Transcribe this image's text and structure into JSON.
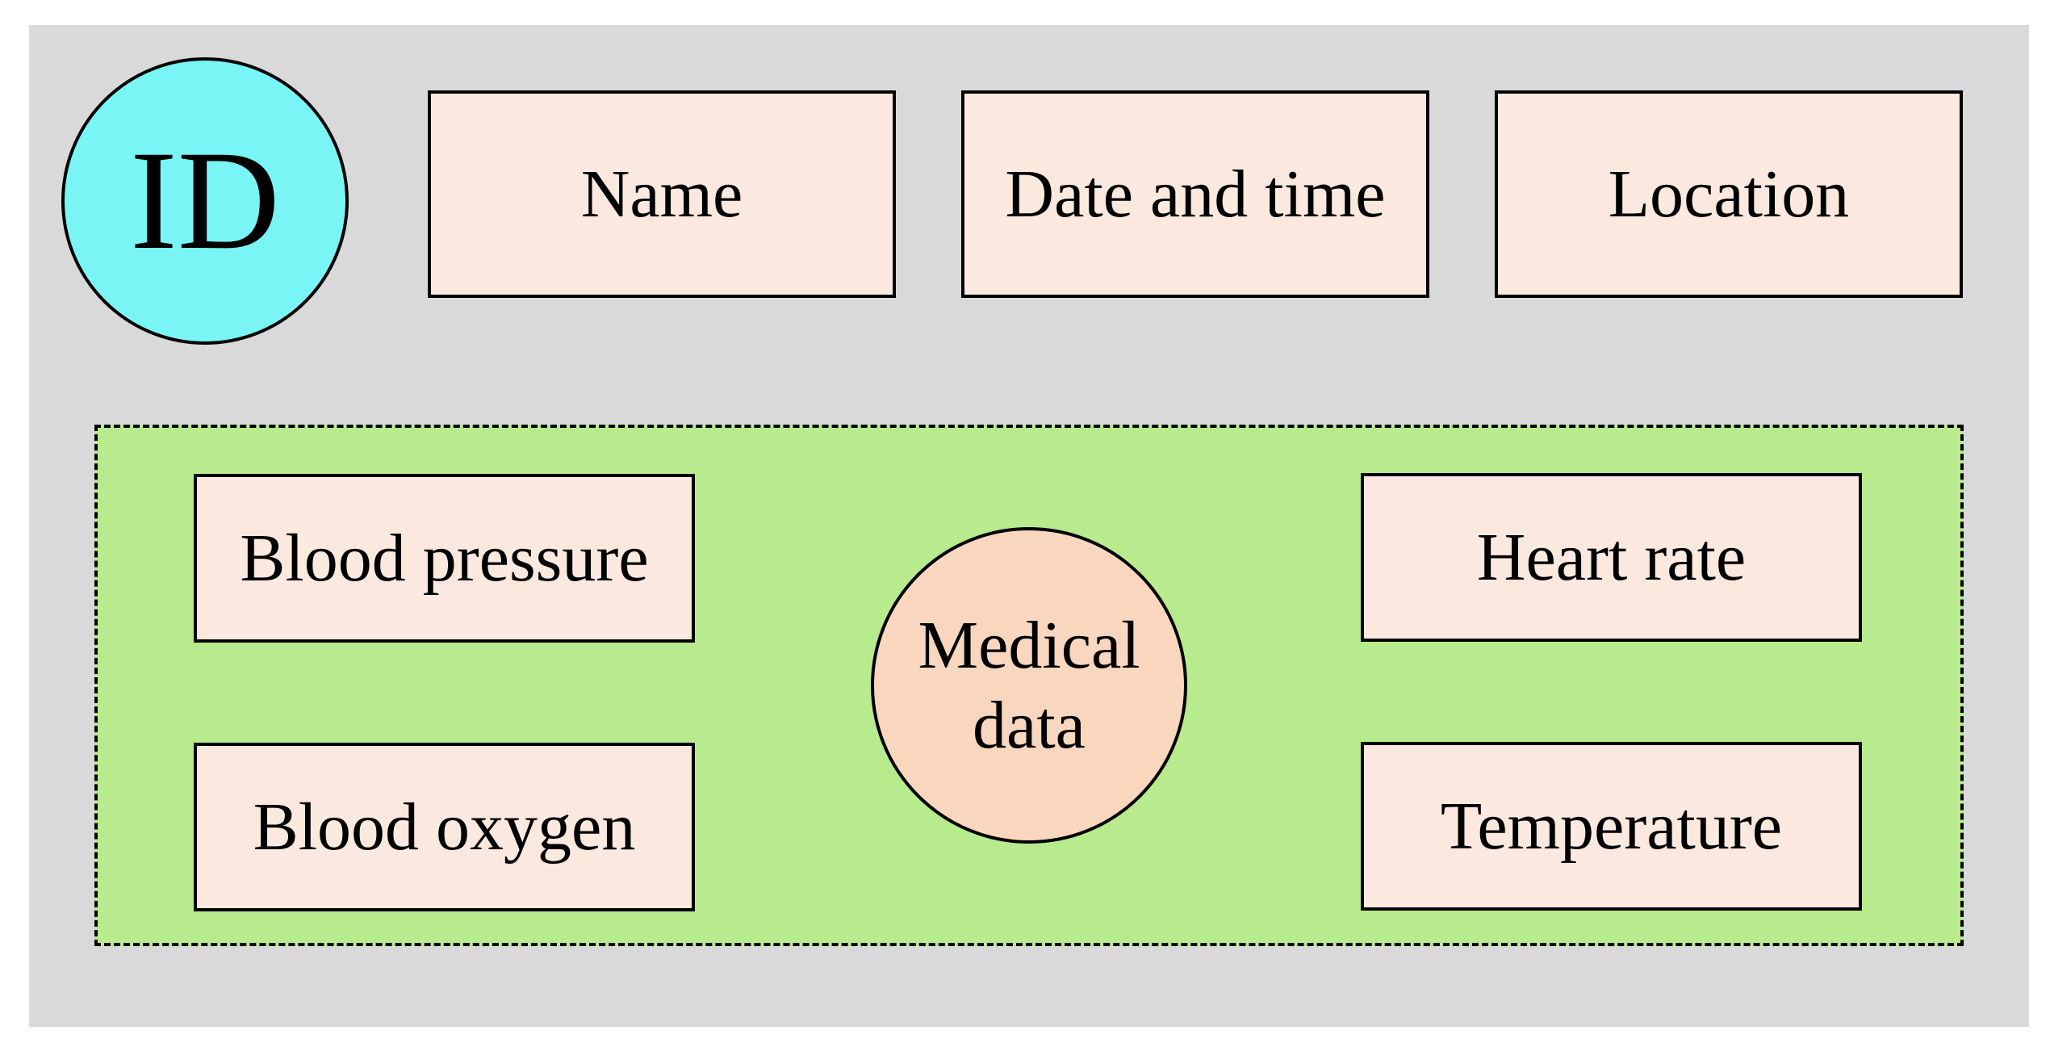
{
  "colors": {
    "panel_background": "#d9d9d9",
    "id_circle_fill": "#7af5f6",
    "box_fill": "#fbe9df",
    "medical_group_fill": "#b8ea8e",
    "medical_circle_fill": "#f9d7bf",
    "stroke": "#000000"
  },
  "id_node": {
    "label": "ID"
  },
  "info_fields": {
    "name": "Name",
    "date_time": "Date and time",
    "location": "Location"
  },
  "medical_data": {
    "center_line1": "Medical",
    "center_line2": "data",
    "blood_pressure": "Blood pressure",
    "blood_oxygen": "Blood oxygen",
    "heart_rate": "Heart rate",
    "temperature": "Temperature"
  }
}
